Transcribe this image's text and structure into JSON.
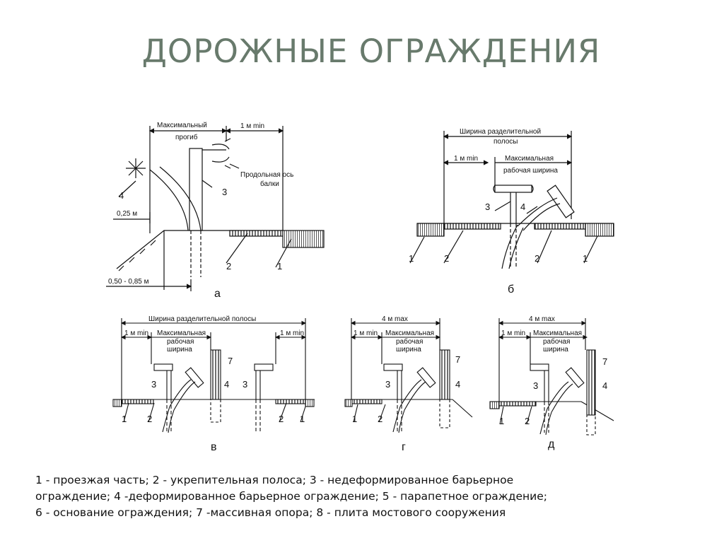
{
  "slide": {
    "title": "ДОРОЖНЫЕ ОГРАЖДЕНИЯ",
    "legend_lines": [
      "1 - проезжая часть; 2 - укрепительная полоса; 3 - недеформированное барьерное",
      "ограждение; 4 -деформированное барьерное ограждение; 5 - парапетное ограждение;",
      "6 - основание ограждения; 7 -массивная опора; 8 - плита мостового сооружения"
    ]
  },
  "diagrams": {
    "a": {
      "caption": "а",
      "max_deflection": "Максимальный прогиб",
      "max_deflection_l1": "Максимальный",
      "max_deflection_l2": "прогиб",
      "one_m_min": "1 м min",
      "beam_axis_l1": "Продольная ось",
      "beam_axis_l2": "балки",
      "dim_025": "0,25 м",
      "dim_050_085": "0,50 - 0,85 м",
      "n1": "1",
      "n2": "2",
      "n3": "3",
      "n4": "4"
    },
    "b": {
      "caption": "б",
      "median_width_l1": "Ширина разделительной",
      "median_width_l2": "полосы",
      "one_m_min": "1 м min",
      "max_work_l1": "Максимальная",
      "max_work_l2": "рабочая ширина",
      "n1": "1",
      "n2": "2",
      "n3": "3",
      "n4": "4"
    },
    "v": {
      "caption": "в",
      "median_width": "Ширина разделительной полосы",
      "one_m_min": "1 м min",
      "max_work_l1": "Максимальная",
      "max_work_l2": "рабочая",
      "max_work_l3": "ширина",
      "n1": "1",
      "n2": "2",
      "n3": "3",
      "n4": "4",
      "n7": "7"
    },
    "g": {
      "caption": "г",
      "four_m_max": "4 м max",
      "one_m_min": "1 м min",
      "max_work_l1": "Максимальная",
      "max_work_l2": "рабочая",
      "max_work_l3": "ширина",
      "n1": "1",
      "n2": "2",
      "n3": "3",
      "n4": "4",
      "n7": "7"
    },
    "d": {
      "caption": "д",
      "four_m_max": "4 м max",
      "one_m_min": "1 м min",
      "max_work_l1": "Максимальная",
      "max_work_l2": "рабочая",
      "max_work_l3": "ширина",
      "n1": "1",
      "n2": "2",
      "n3": "3",
      "n4": "4",
      "n7": "7"
    }
  }
}
